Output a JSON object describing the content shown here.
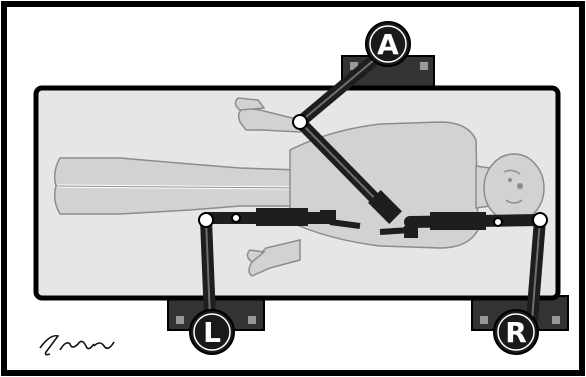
{
  "labels": {
    "top": "A",
    "left": "L",
    "right": "R"
  },
  "signature_text": "JMW",
  "colors": {
    "frame": "#000000",
    "paper": "#ffffff",
    "table_fill": "#e6e6e6",
    "body_fill": "#d2d2d2",
    "body_stroke": "#8c8c8c",
    "arm": "#1e1e1e",
    "arm_highlight": "#6e6e6e",
    "badge": "#1a1a1a"
  }
}
